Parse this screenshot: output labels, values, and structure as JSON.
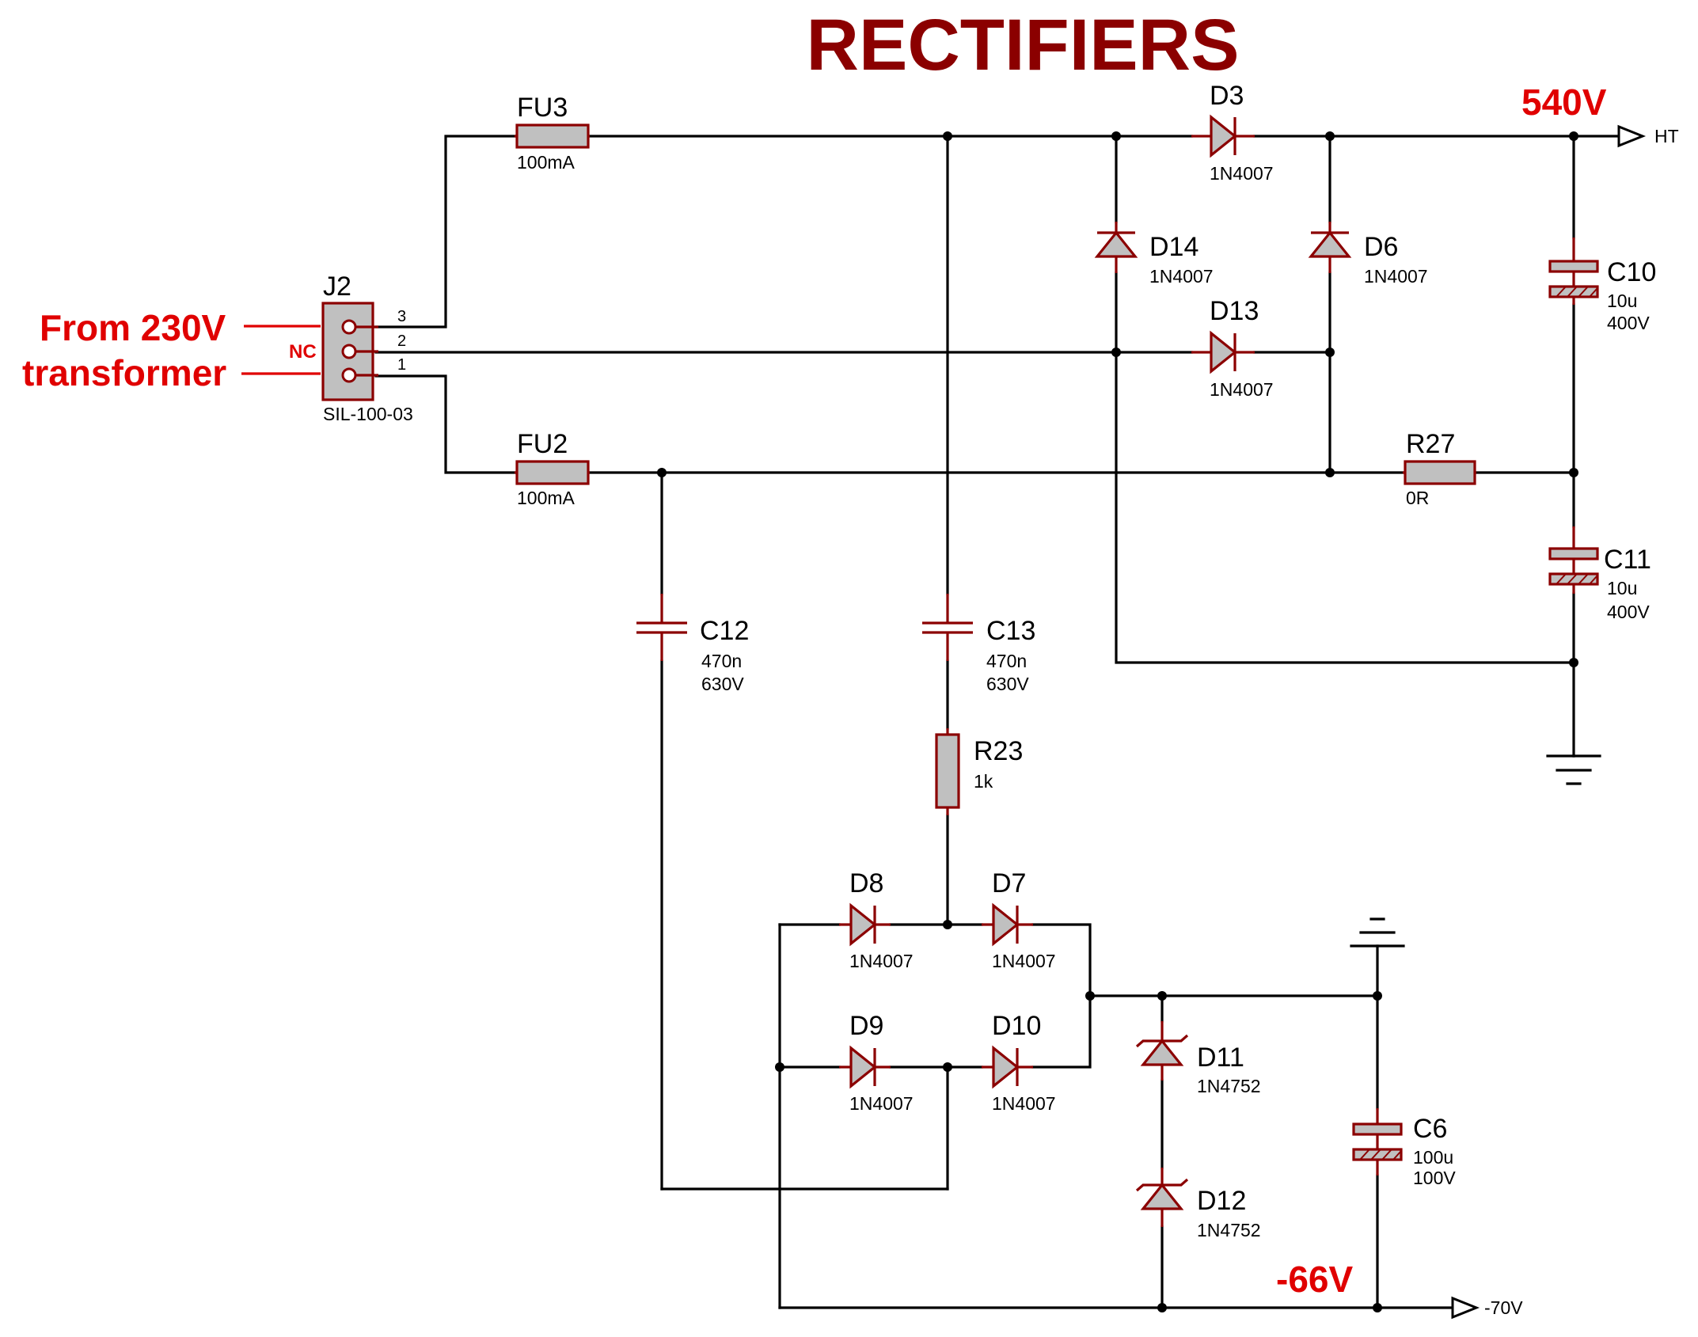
{
  "title": "RECTIFIERS",
  "colors": {
    "title": "#8b0000",
    "annotation": "#e00000",
    "component": "#8b0000",
    "body": "#c0c0c0",
    "wire": "#000000"
  },
  "labels": {
    "from_line1": "From 230V",
    "from_line2": "transformer",
    "nc": "NC",
    "ht_voltage": "540V",
    "neg_voltage": "-66V"
  },
  "ports": {
    "ht": "HT",
    "neg": "-70V"
  },
  "connector": {
    "ref": "J2",
    "value": "SIL-100-03",
    "pins": [
      "3",
      "2",
      "1"
    ]
  },
  "fuses": {
    "fu3": {
      "ref": "FU3",
      "value": "100mA"
    },
    "fu2": {
      "ref": "FU2",
      "value": "100mA"
    }
  },
  "diodes": {
    "d3": {
      "ref": "D3",
      "value": "1N4007"
    },
    "d14": {
      "ref": "D14",
      "value": "1N4007"
    },
    "d6": {
      "ref": "D6",
      "value": "1N4007"
    },
    "d13": {
      "ref": "D13",
      "value": "1N4007"
    },
    "d8": {
      "ref": "D8",
      "value": "1N4007"
    },
    "d7": {
      "ref": "D7",
      "value": "1N4007"
    },
    "d9": {
      "ref": "D9",
      "value": "1N4007"
    },
    "d10": {
      "ref": "D10",
      "value": "1N4007"
    },
    "d11": {
      "ref": "D11",
      "value": "1N4752"
    },
    "d12": {
      "ref": "D12",
      "value": "1N4752"
    }
  },
  "resistors": {
    "r27": {
      "ref": "R27",
      "value": "0R"
    },
    "r23": {
      "ref": "R23",
      "value": "1k"
    }
  },
  "capacitors": {
    "c10": {
      "ref": "C10",
      "value1": "10u",
      "value2": "400V"
    },
    "c11": {
      "ref": "C11",
      "value1": "10u",
      "value2": "400V"
    },
    "c12": {
      "ref": "C12",
      "value1": "470n",
      "value2": "630V"
    },
    "c13": {
      "ref": "C13",
      "value1": "470n",
      "value2": "630V"
    },
    "c6": {
      "ref": "C6",
      "value1": "100u",
      "value2": "100V"
    }
  }
}
